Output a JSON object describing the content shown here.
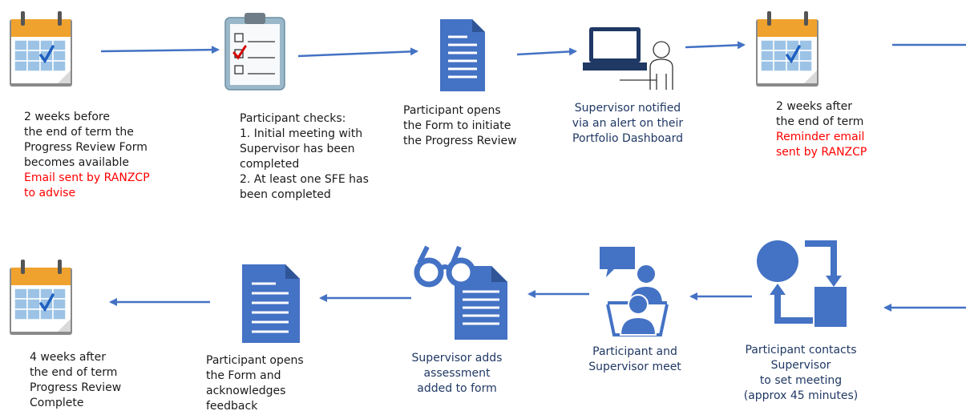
{
  "colors": {
    "arrow": "#4472c4",
    "icon_blue": "#4472c4",
    "calendar_orange": "#f0a22e",
    "reminder_red": "#ff0000",
    "caption_text": "#1a1a1a",
    "caption_blue": "#1f3864"
  },
  "row1": {
    "step1": {
      "icon": "calendar-icon",
      "lines": [
        "2 weeks before",
        "the end of term the",
        "Progress Review Form",
        "becomes available"
      ],
      "red_lines": [
        "Email sent by RANZCP",
        "to advise"
      ]
    },
    "step2": {
      "icon": "checklist-clipboard-icon",
      "lines": [
        "Participant checks:",
        "1. Initial meeting with",
        "Supervisor has been",
        "completed",
        "2. At least one SFE has",
        "been completed"
      ]
    },
    "step3": {
      "icon": "document-icon",
      "lines": [
        "Participant opens",
        "the Form to initiate",
        "the Progress Review"
      ]
    },
    "step4": {
      "icon": "laptop-user-icon",
      "lines": [
        "Supervisor notified",
        "via an alert on their",
        "Portfolio Dashboard"
      ]
    },
    "step5": {
      "icon": "calendar-icon",
      "lines": [
        "2 weeks after",
        "the end of term"
      ],
      "red_lines": [
        "Reminder email",
        "sent by RANZCP"
      ]
    }
  },
  "row2": {
    "step6": {
      "icon": "process-flow-icon",
      "lines": [
        "Participant contacts",
        "Supervisor",
        "to set meeting",
        "(approx 45 minutes)"
      ]
    },
    "step7": {
      "icon": "meeting-icon",
      "lines": [
        "Participant and",
        "Supervisor meet"
      ]
    },
    "step8": {
      "icon": "glasses-document-icon",
      "lines": [
        "Supervisor adds",
        "assessment",
        "added to form"
      ]
    },
    "step9": {
      "icon": "document-icon",
      "lines": [
        "Participant opens",
        "the Form and",
        "acknowledges",
        "feedback"
      ]
    },
    "step10": {
      "icon": "calendar-icon",
      "lines": [
        "4 weeks after",
        "the end of term",
        "Progress Review",
        "Complete"
      ]
    }
  }
}
